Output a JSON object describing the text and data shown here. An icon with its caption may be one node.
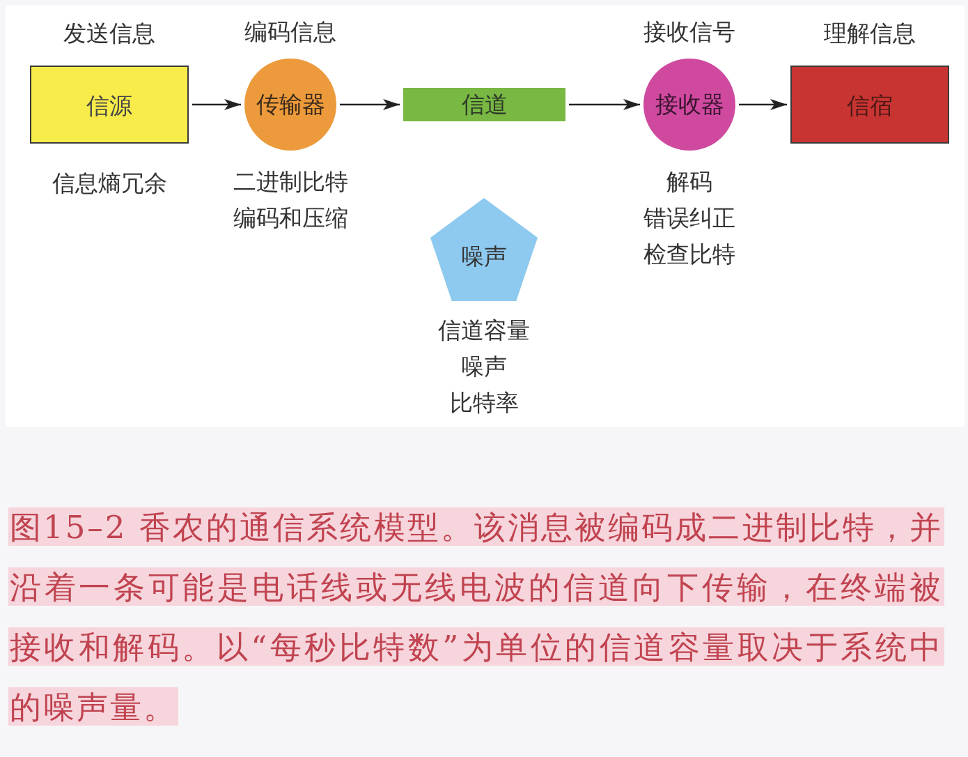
{
  "diagram": {
    "nodes": [
      {
        "text": [
          "发送信息",
          "信源"
        ],
        "beside": [
          "信息熵冗余"
        ]
      },
      {
        "text": [
          "编码信息",
          "传输器"
        ],
        "beside": [
          "二进制比特",
          "编码和压缩"
        ]
      },
      {
        "text": [
          "信道"
        ]
      },
      {
        "text": [
          "接收信号",
          "接收器"
        ],
        "beside": [
          "解码",
          "错误纠正",
          "检查比特"
        ]
      },
      {
        "text": [
          "理解信息",
          "信宿"
        ]
      },
      {
        "text": [
          "噪声"
        ],
        "beside": [
          "信道容量",
          "噪声",
          "比特率"
        ]
      }
    ],
    "edges": [
      {
        "from": 0,
        "to": 1,
        "arrow": "to"
      },
      {
        "from": 1,
        "to": 2,
        "arrow": "to"
      },
      {
        "from": 2,
        "to": 3,
        "arrow": "to"
      },
      {
        "from": 3,
        "to": 4,
        "arrow": "to"
      }
    ],
    "caption": "图15–2 香农的通信系统模型。该消息被编码成二进制比特，并沿着一条可能是电话线或无线电波的信道向下传输，在终端被接收和解码。以“每秒比特数”为单位的信道容量取决于系统中的噪声量。"
  }
}
